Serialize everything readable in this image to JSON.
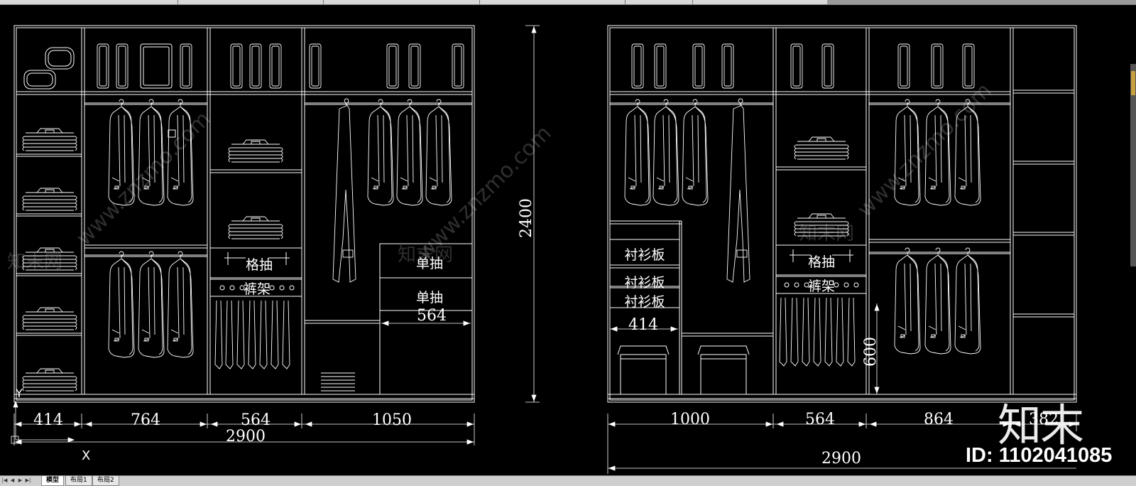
{
  "drawing": {
    "left_unit": {
      "widths": [
        "414",
        "764",
        "564",
        "1050"
      ],
      "total": "2900",
      "height": "2400",
      "drawer_label": "格抽",
      "trouser_rack_label": "裤架",
      "single_drawer_label": "单抽",
      "inner_width": "564"
    },
    "right_unit": {
      "widths": [
        "1000",
        "564",
        "864",
        "382"
      ],
      "total": "2900",
      "side_height_partial": "2400",
      "shirt_board_label": "衬衫板",
      "inner_width": "414",
      "drawer_label": "格抽",
      "trouser_rack_label": "裤架",
      "rack_height": "600"
    },
    "ucs": {
      "y_label": "Y",
      "x_label": "X"
    },
    "watermark_text": "www.znzmo.com",
    "watermark_cn": "知末网"
  },
  "layout_tabs": [
    "模型",
    "布局1",
    "布局2"
  ],
  "nav_buttons": [
    "first-icon",
    "prev-icon",
    "next-icon",
    "last-icon"
  ],
  "brand": {
    "logo": "知末",
    "id_text": "ID: 1102041085"
  },
  "colors": {
    "background": "#000000",
    "lines": "#ffffff"
  }
}
